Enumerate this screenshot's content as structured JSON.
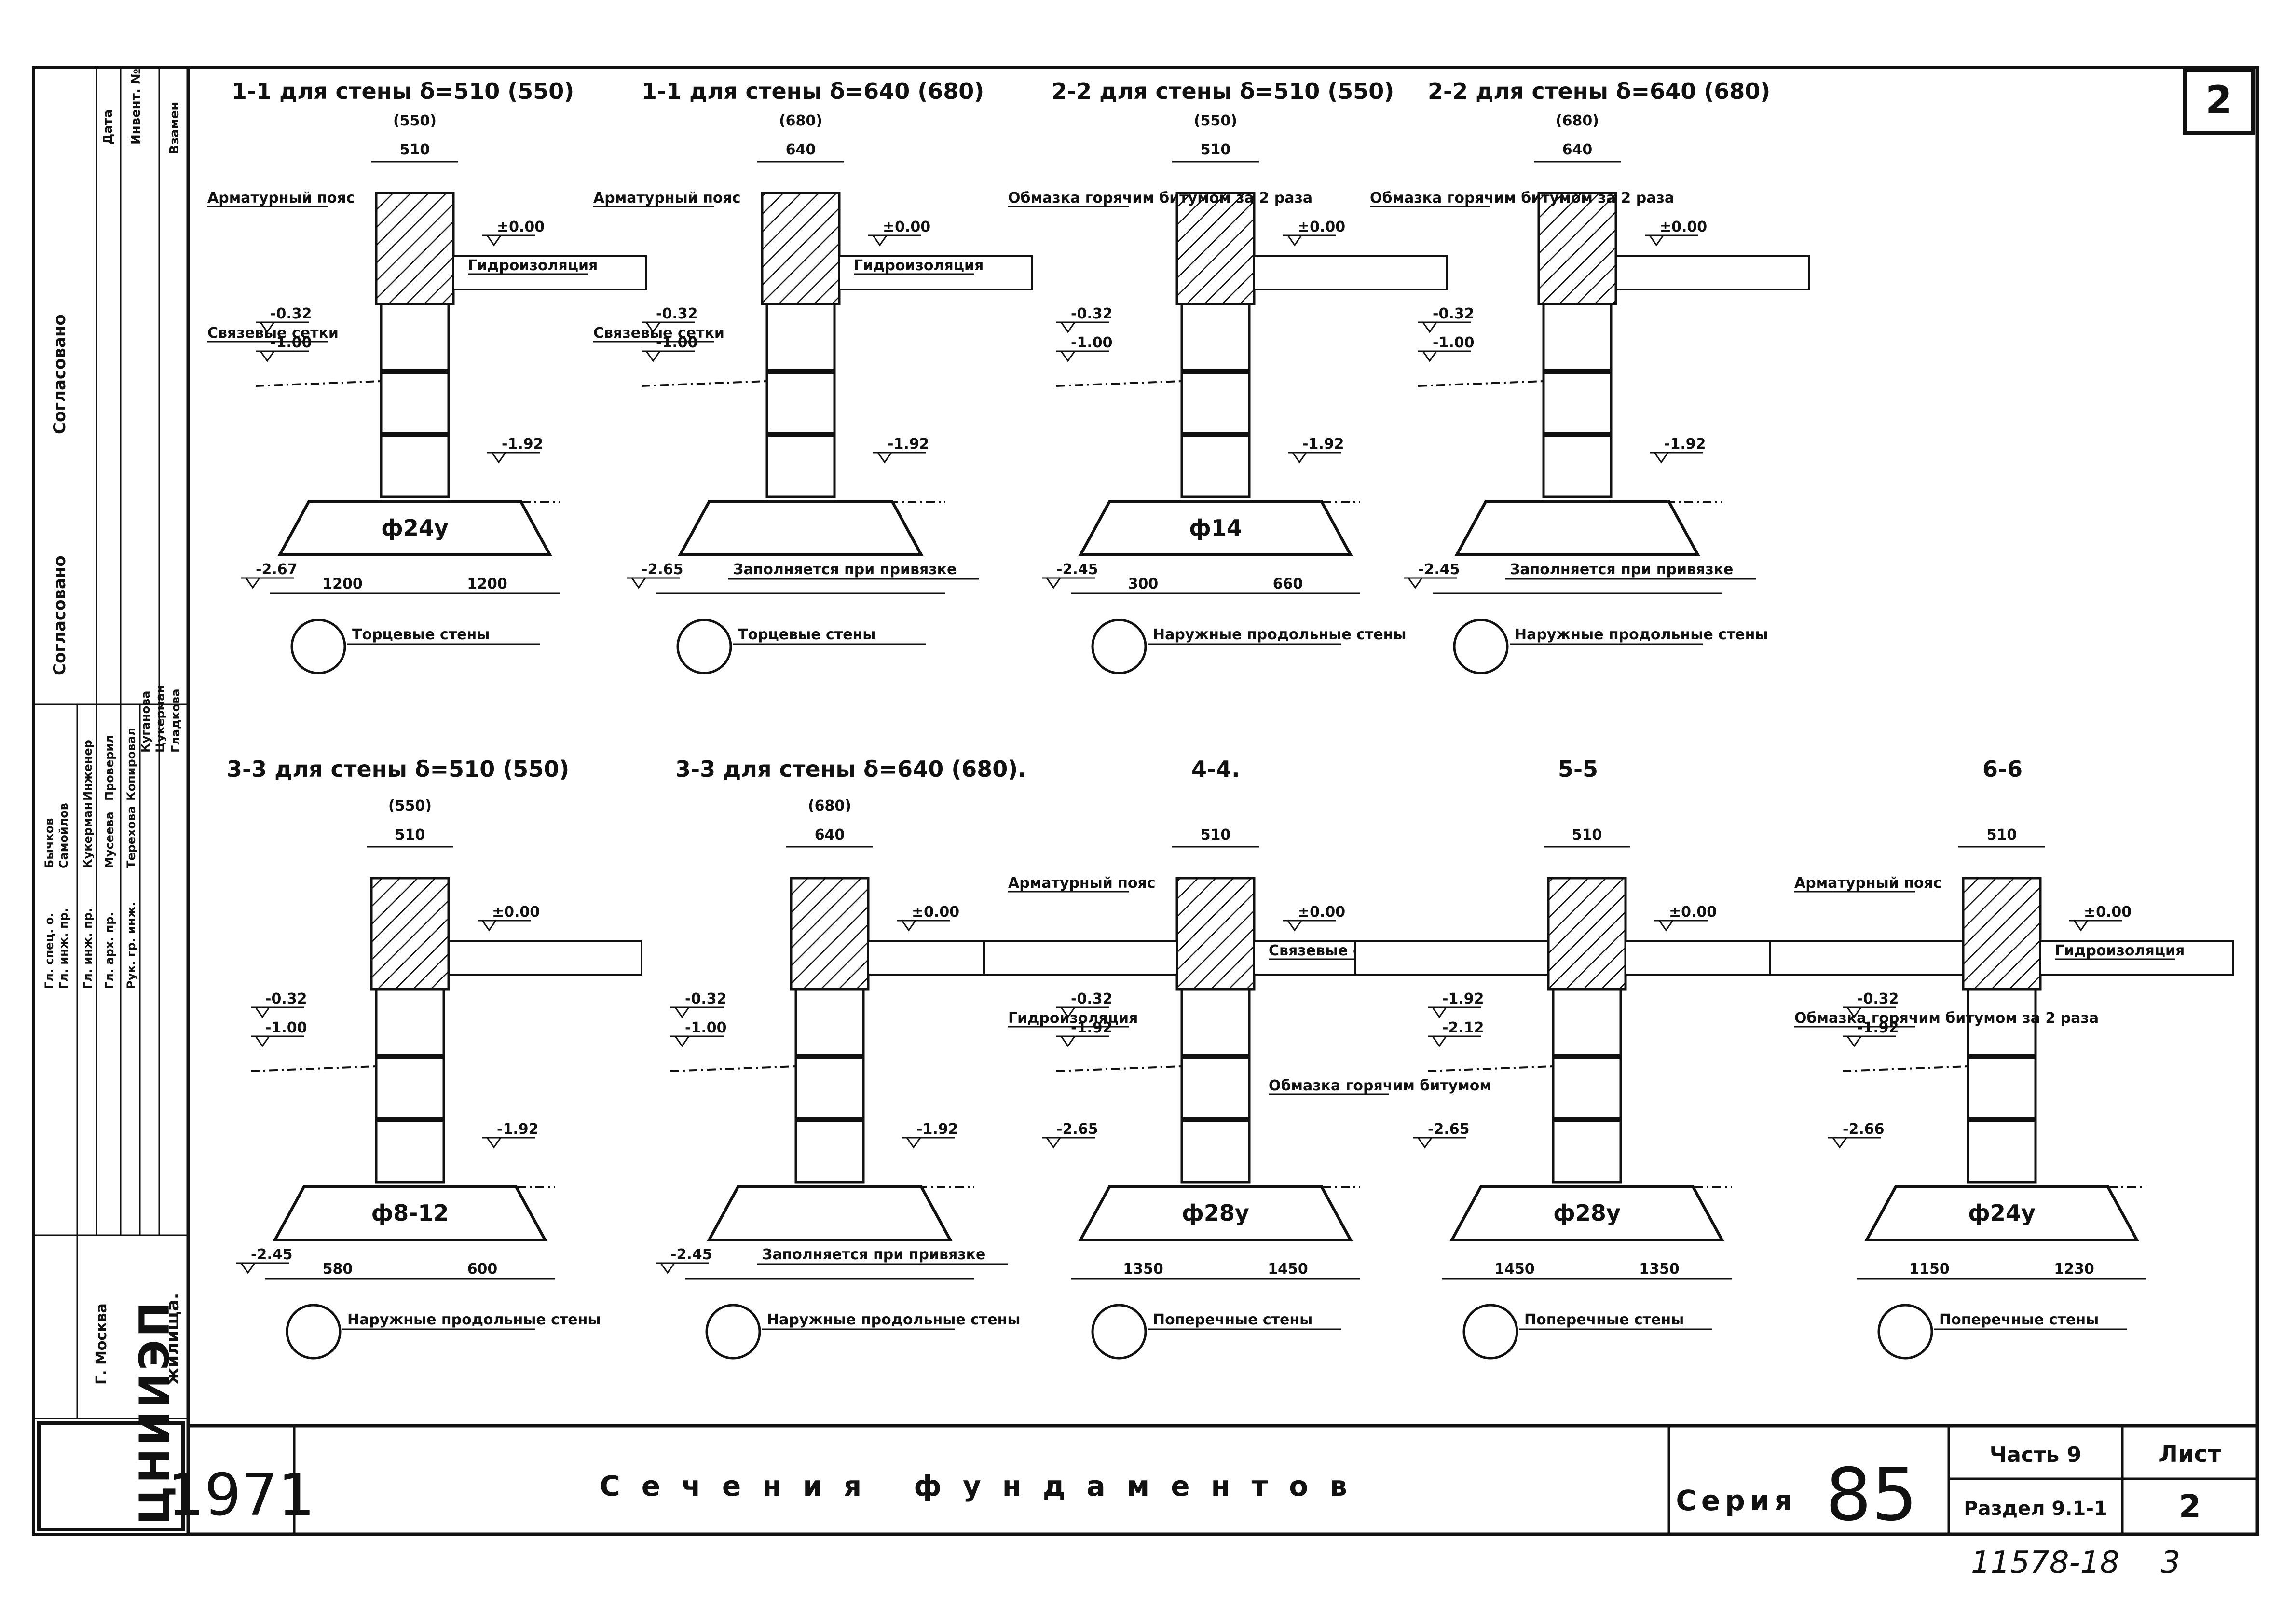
{
  "sheet_number_box": "2",
  "sections": [
    {
      "id": "s1a",
      "title": "1-1 для стены δ=510 (550)",
      "width_main": "510",
      "width_alt": "(550)",
      "labels": [
        "Арматурный пояс",
        "Гидроизоляция",
        "Связевые сетки"
      ],
      "footing": "ф24у",
      "footing_dims": [
        "1200",
        "1200"
      ],
      "marks": [
        "±0.00",
        "-0.32",
        "-1.00",
        "-1.92",
        "-2.67"
      ],
      "bubble_caption": "Торцевые стены"
    },
    {
      "id": "s1b",
      "title": "1-1 для стены δ=640 (680)",
      "width_main": "640",
      "width_alt": "(680)",
      "labels": [
        "Арматурный пояс",
        "Гидроизоляция",
        "Связевые сетки"
      ],
      "footing": "",
      "footing_dims": [],
      "marks": [
        "±0.00",
        "-0.32",
        "-1.00",
        "-1.92",
        "-2.65"
      ],
      "note": "Заполняется при привязке",
      "bubble_caption": "Торцевые стены"
    },
    {
      "id": "s2a",
      "title": "2-2 для стены δ=510 (550)",
      "width_main": "510",
      "width_alt": "(550)",
      "labels": [
        "Обмазка горячим битумом за 2 раза"
      ],
      "footing": "ф14",
      "footing_dims": [
        "300",
        "660"
      ],
      "marks": [
        "±0.00",
        "-0.32",
        "-1.00",
        "-1.92",
        "-2.45"
      ],
      "bubble_caption": "Наружные продольные стены"
    },
    {
      "id": "s2b",
      "title": "2-2 для стены δ=640 (680)",
      "width_main": "640",
      "width_alt": "(680)",
      "labels": [
        "Обмазка горячим битумом за 2 раза"
      ],
      "footing": "",
      "footing_dims": [],
      "marks": [
        "±0.00",
        "-0.32",
        "-1.00",
        "-1.92",
        "-2.45"
      ],
      "note": "Заполняется при привязке",
      "bubble_caption": "Наружные продольные стены"
    },
    {
      "id": "s3a",
      "title": "3-3 для стены δ=510 (550)",
      "width_main": "510",
      "width_alt": "(550)",
      "labels": [],
      "footing": "ф8-12",
      "footing_dims": [
        "580",
        "600"
      ],
      "marks": [
        "±0.00",
        "-0.32",
        "-1.00",
        "-1.92",
        "-2.45"
      ],
      "bubble_caption": "Наружные продольные стены"
    },
    {
      "id": "s3b",
      "title": "3-3 для стены δ=640 (680).",
      "width_main": "640",
      "width_alt": "(680)",
      "labels": [],
      "footing": "",
      "footing_dims": [],
      "marks": [
        "±0.00",
        "-0.32",
        "-1.00",
        "-1.92",
        "-2.45"
      ],
      "note": "Заполняется при привязке",
      "bubble_caption": "Наружные продольные стены"
    },
    {
      "id": "s4",
      "title": "4-4.",
      "width_main": "510",
      "width_alt": "",
      "labels": [
        "Арматурный пояс",
        "Связевые сетки",
        "Гидроизоляция",
        "Обмазка горячим битумом"
      ],
      "footing": "ф28у",
      "footing_dims": [
        "1350",
        "1450"
      ],
      "marks": [
        "±0.00",
        "-0.32",
        "-1.92",
        "-2.65"
      ],
      "bubble_caption": "Поперечные стены"
    },
    {
      "id": "s5",
      "title": "5-5",
      "width_main": "510",
      "width_alt": "",
      "labels": [],
      "footing": "ф28у",
      "footing_dims": [
        "1450",
        "1350"
      ],
      "marks": [
        "±0.00",
        "-1.92",
        "-2.12",
        "-2.65"
      ],
      "bubble_caption": "Поперечные стены"
    },
    {
      "id": "s6",
      "title": "6-6",
      "width_main": "510",
      "width_alt": "",
      "labels": [
        "Арматурный пояс",
        "Гидроизоляция",
        "Обмазка горячим битумом за 2 раза"
      ],
      "footing": "ф24у",
      "footing_dims": [
        "1150",
        "1230"
      ],
      "marks": [
        "±0.00",
        "-0.32",
        "-1.92",
        "-2.66"
      ],
      "bubble_caption": "Поперечные стены"
    }
  ],
  "left_strip": {
    "approval": "Согласовано",
    "agreed": "Согласовано",
    "org": "Г. Москва",
    "logo_text": "ЦНИИЭП",
    "logo_sub": "жилища.",
    "roles": [
      "Гл. спец. о.",
      "Гл. инж. пр.",
      "Гл. инж. пр.",
      "Гл. арх. пр.",
      "Рук. гр. инж."
    ],
    "names": [
      "Бычков",
      "Самойлов",
      "Кукерман",
      "Мусеева",
      "Терехова"
    ],
    "right_roles": [
      "Инженер",
      "Проверил",
      "Копировал"
    ],
    "right_names": [
      "Куганова",
      "Цукерман",
      "Гладкова"
    ],
    "inv_labels": [
      "Дата",
      "Инвент. №",
      "Взамен"
    ]
  },
  "title_block": {
    "year": "1971",
    "title": "Сечения фундаментов",
    "series_label": "Серия",
    "series_number": "85",
    "part_label": "Часть 9",
    "section_label": "Раздел 9.1-1",
    "sheet_label": "Лист",
    "sheet_value": "2"
  },
  "doc_number": "11578-18",
  "doc_suffix": "3"
}
